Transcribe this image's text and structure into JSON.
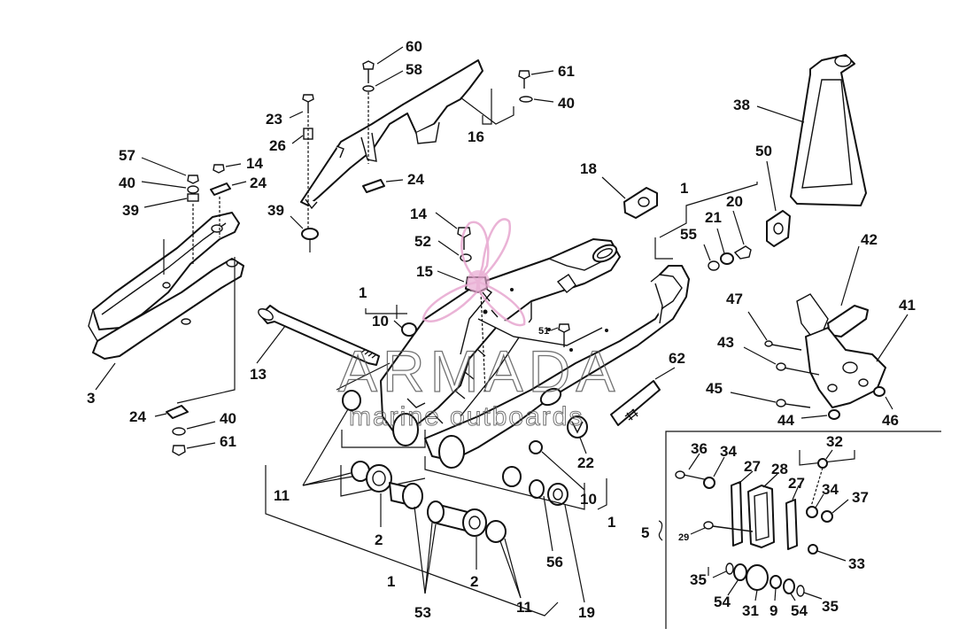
{
  "diagram": {
    "watermark": {
      "brand": "ARMADA",
      "tagline": "marine outboards"
    },
    "part_labels": [
      {
        "id": "p60",
        "text": "60"
      },
      {
        "id": "p58",
        "text": "58"
      },
      {
        "id": "p61a",
        "text": "61"
      },
      {
        "id": "p40a",
        "text": "40"
      },
      {
        "id": "p23",
        "text": "23"
      },
      {
        "id": "p26",
        "text": "26"
      },
      {
        "id": "p16",
        "text": "16"
      },
      {
        "id": "p57",
        "text": "57"
      },
      {
        "id": "p14a",
        "text": "14"
      },
      {
        "id": "p40b",
        "text": "40"
      },
      {
        "id": "p24a",
        "text": "24"
      },
      {
        "id": "p39a",
        "text": "39"
      },
      {
        "id": "p24b",
        "text": "24"
      },
      {
        "id": "p39b",
        "text": "39"
      },
      {
        "id": "p18",
        "text": "18"
      },
      {
        "id": "p38",
        "text": "38"
      },
      {
        "id": "p50",
        "text": "50"
      },
      {
        "id": "p1a",
        "text": "1"
      },
      {
        "id": "p20",
        "text": "20"
      },
      {
        "id": "p21",
        "text": "21"
      },
      {
        "id": "p14b",
        "text": "14"
      },
      {
        "id": "p55",
        "text": "55"
      },
      {
        "id": "p52",
        "text": "52"
      },
      {
        "id": "p42",
        "text": "42"
      },
      {
        "id": "p15",
        "text": "15"
      },
      {
        "id": "p1b",
        "text": "1"
      },
      {
        "id": "p47",
        "text": "47"
      },
      {
        "id": "p41",
        "text": "41"
      },
      {
        "id": "p10a",
        "text": "10"
      },
      {
        "id": "p51",
        "text": "51"
      },
      {
        "id": "p43",
        "text": "43"
      },
      {
        "id": "p13",
        "text": "13"
      },
      {
        "id": "p62",
        "text": "62"
      },
      {
        "id": "p3",
        "text": "3"
      },
      {
        "id": "p45",
        "text": "45"
      },
      {
        "id": "p44",
        "text": "44"
      },
      {
        "id": "p46",
        "text": "46"
      },
      {
        "id": "p24c",
        "text": "24"
      },
      {
        "id": "p40c",
        "text": "40"
      },
      {
        "id": "p61b",
        "text": "61"
      },
      {
        "id": "p32",
        "text": "32"
      },
      {
        "id": "p36",
        "text": "36"
      },
      {
        "id": "p34a",
        "text": "34"
      },
      {
        "id": "p27a",
        "text": "27"
      },
      {
        "id": "p28",
        "text": "28"
      },
      {
        "id": "p22",
        "text": "22"
      },
      {
        "id": "p11a",
        "text": "11"
      },
      {
        "id": "p27b",
        "text": "27"
      },
      {
        "id": "p34b",
        "text": "34"
      },
      {
        "id": "p37",
        "text": "37"
      },
      {
        "id": "p10b",
        "text": "10"
      },
      {
        "id": "p2a",
        "text": "2"
      },
      {
        "id": "p1c",
        "text": "1"
      },
      {
        "id": "p5",
        "text": "5"
      },
      {
        "id": "p29",
        "text": "29"
      },
      {
        "id": "p56",
        "text": "56"
      },
      {
        "id": "p33",
        "text": "33"
      },
      {
        "id": "p1d",
        "text": "1"
      },
      {
        "id": "p2b",
        "text": "2"
      },
      {
        "id": "p35a",
        "text": "35"
      },
      {
        "id": "p54a",
        "text": "54"
      },
      {
        "id": "p31",
        "text": "31"
      },
      {
        "id": "p9",
        "text": "9"
      },
      {
        "id": "p54b",
        "text": "54"
      },
      {
        "id": "p35b",
        "text": "35"
      },
      {
        "id": "p11b",
        "text": "11"
      },
      {
        "id": "p19",
        "text": "19"
      },
      {
        "id": "p53",
        "text": "53"
      }
    ]
  }
}
